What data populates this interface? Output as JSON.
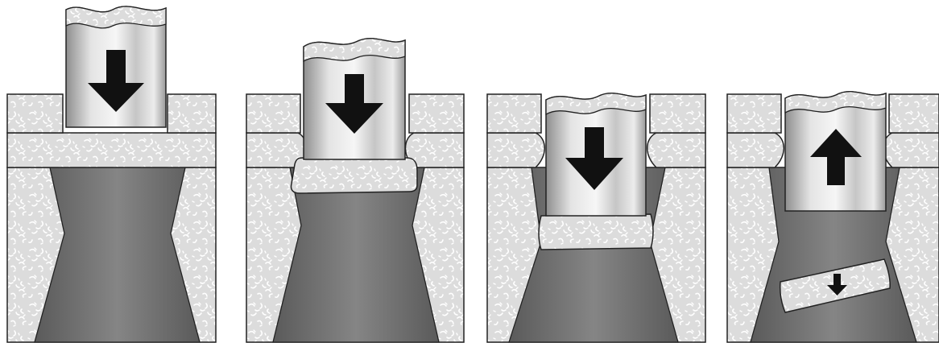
{
  "diagram": {
    "title": "",
    "description": "",
    "panel_count": 4,
    "colors": {
      "background": "#ffffff",
      "outline": "#222222",
      "die_block": "#dcdcdc",
      "speckle": "#ffffff",
      "die_cavity_dark": "#5a5a5a",
      "die_cavity_mid": "#7c7c7c",
      "sheet_material": "#bdbdbd",
      "punch_light": "#f2f2f2",
      "punch_dark": "#8e8e8e",
      "arrow": "#111111"
    },
    "panels": [
      {
        "punch_direction": "down",
        "slug_state": "attached-sheet"
      },
      {
        "punch_direction": "down",
        "slug_state": "sheared-under-punch"
      },
      {
        "punch_direction": "down",
        "slug_state": "pushed-into-die"
      },
      {
        "punch_direction": "up",
        "slug_state": "ejected-falling"
      }
    ]
  }
}
